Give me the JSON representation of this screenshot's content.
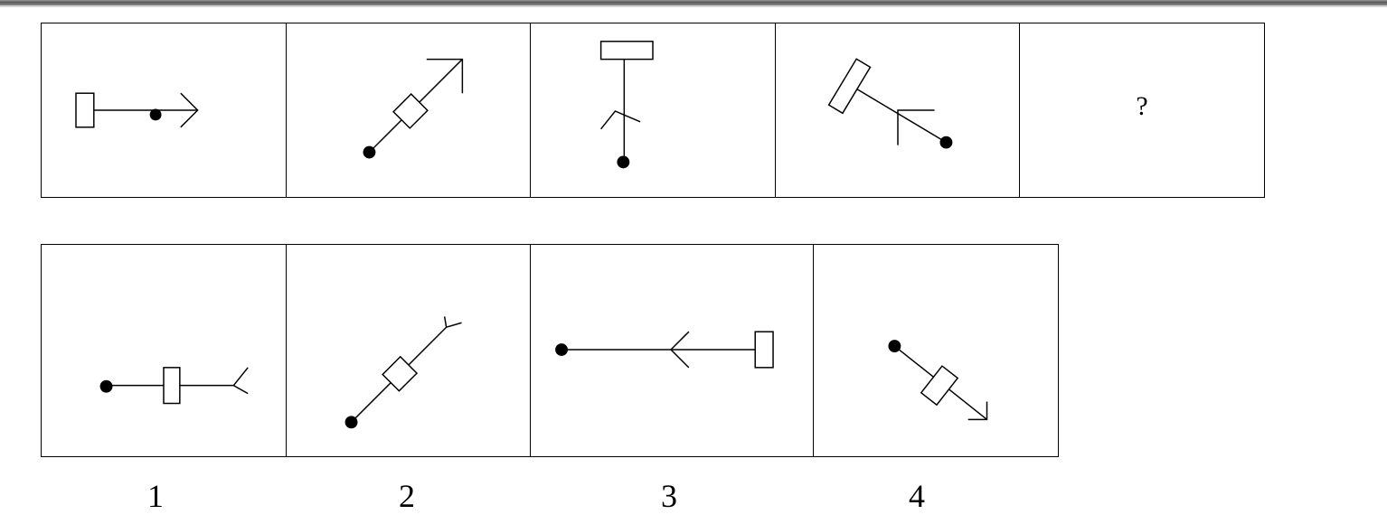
{
  "sequence": {
    "figures": [
      {
        "name": "figure-1",
        "description_icon": "arrow-right-with-box"
      },
      {
        "name": "figure-2",
        "description_icon": "arrow-up-right-with-box"
      },
      {
        "name": "figure-3",
        "description_icon": "arrow-down-with-box"
      },
      {
        "name": "figure-4",
        "description_icon": "arrow-down-right-with-box"
      }
    ],
    "unknown_label": "?"
  },
  "options": [
    {
      "label": "1",
      "icon": "line-with-dot-box-fork"
    },
    {
      "label": "2",
      "icon": "diagonal-line-with-dot-box-fork"
    },
    {
      "label": "3",
      "icon": "line-with-dot-arrow-box"
    },
    {
      "label": "4",
      "icon": "diagonal-arrow-with-dot-box"
    }
  ],
  "colors": {
    "stroke": "#000000",
    "background": "#ffffff"
  }
}
